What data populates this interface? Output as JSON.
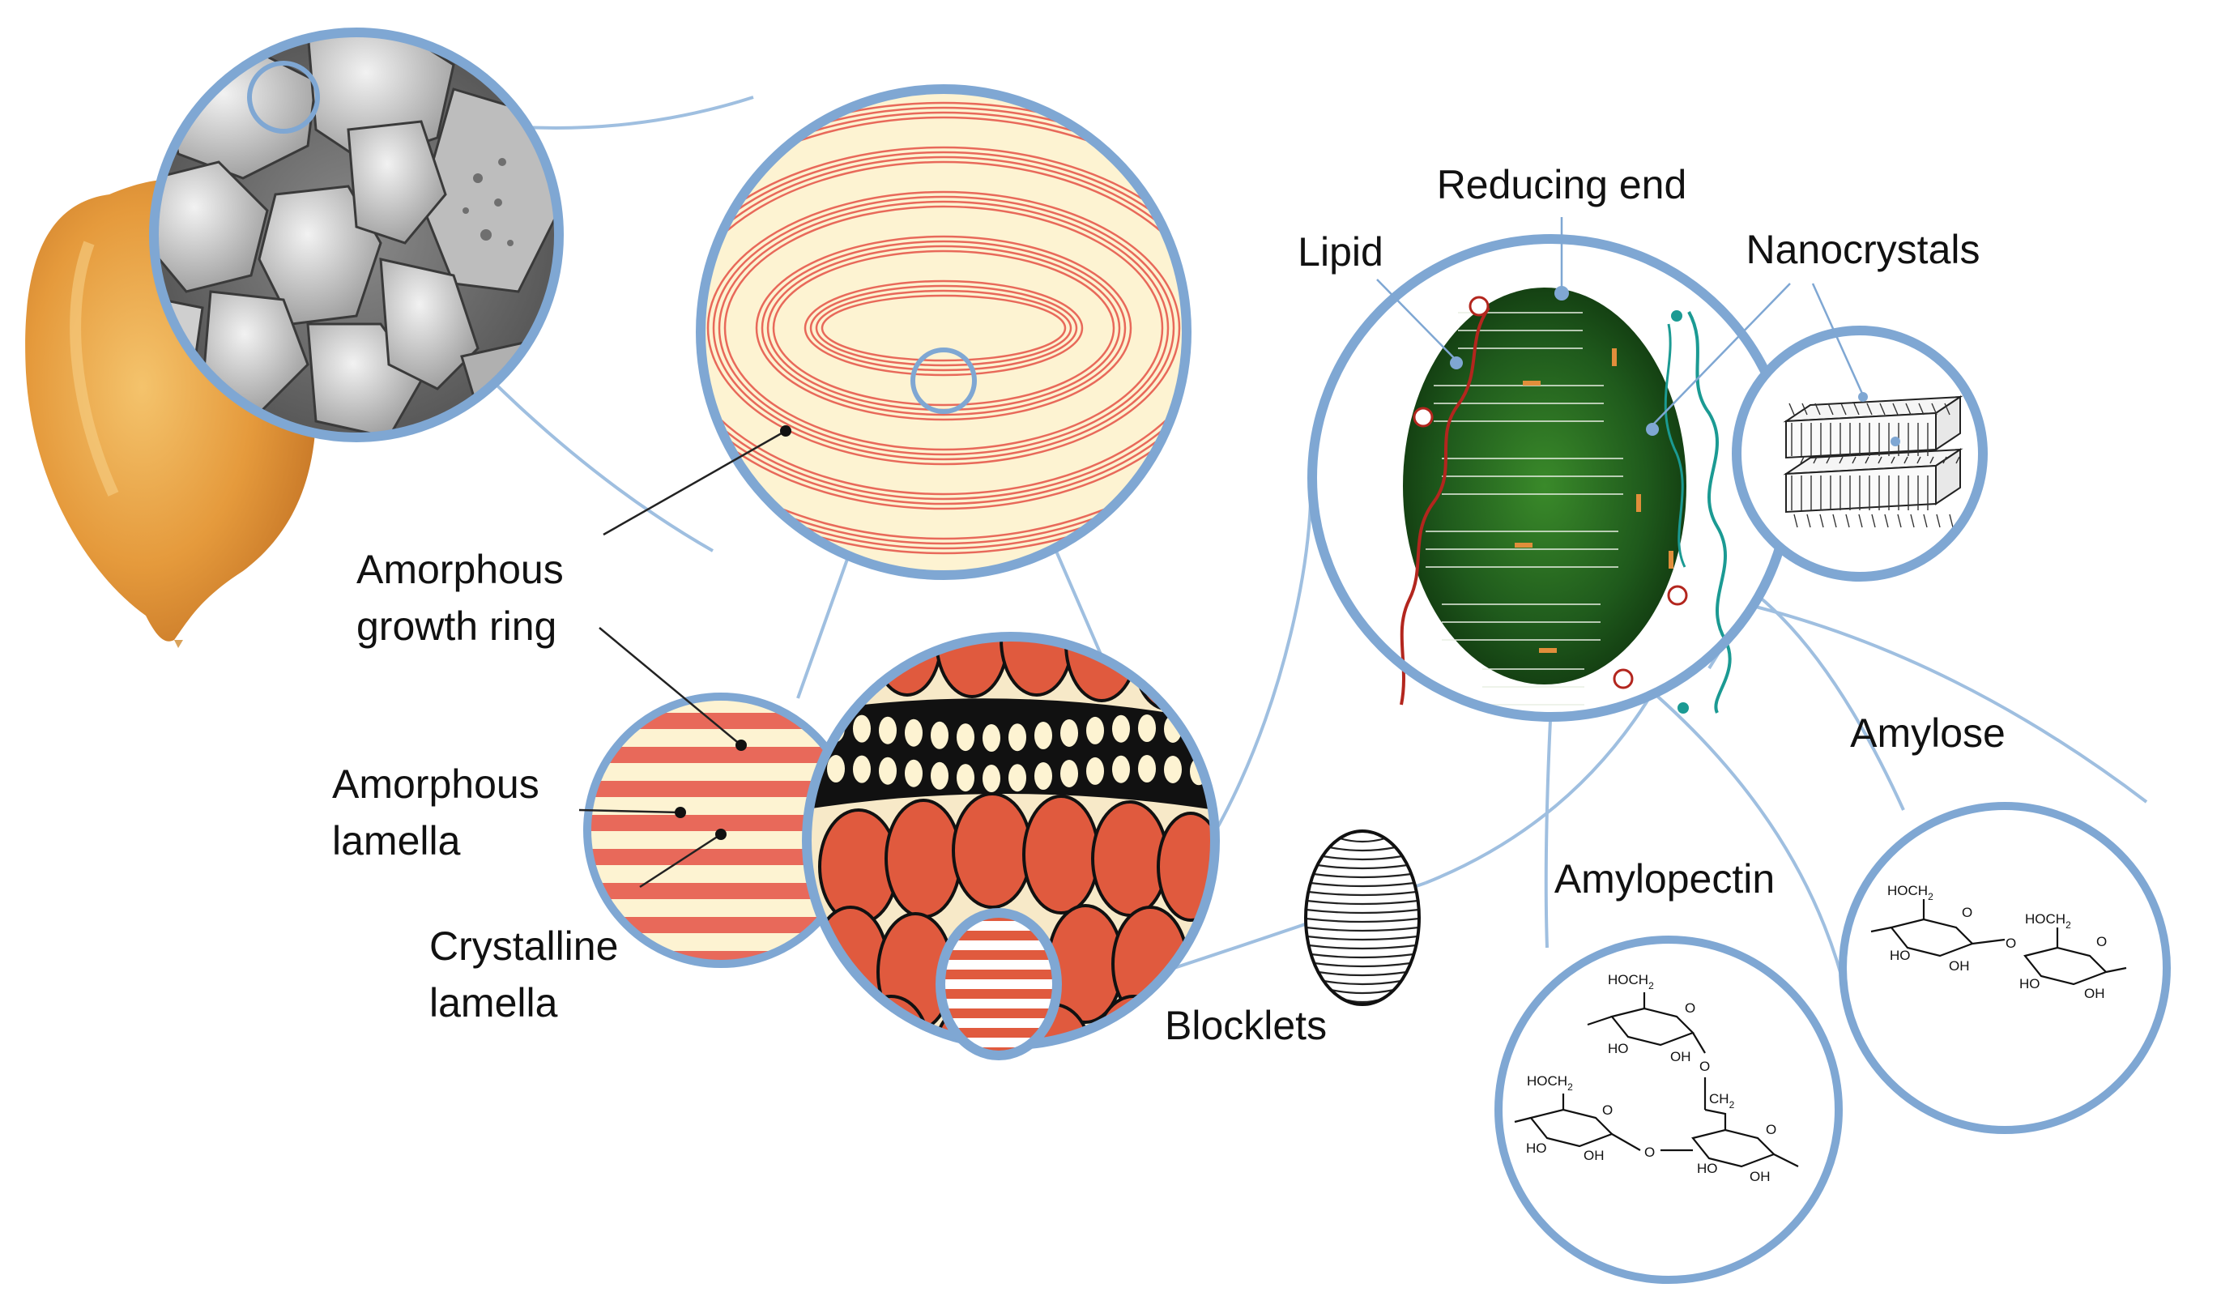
{
  "labels": {
    "reducing_end": "Reducing end",
    "lipid": "Lipid",
    "nanocrystals": "Nanocrystals",
    "amorphous_growth_ring_line1": "Amorphous",
    "amorphous_growth_ring_line2": "growth ring",
    "amorphous_lamella_line1": "Amorphous",
    "amorphous_lamella_line2": "lamella",
    "crystalline_lamella_line1": "Crystalline",
    "crystalline_lamella_line2": "lamella",
    "blocklets": "Blocklets",
    "amylose": "Amylose",
    "amylopectin": "Amylopectin"
  },
  "chem": {
    "hoch2": "HOCH",
    "sub2": "2",
    "ch2": "CH",
    "ho": "HO",
    "oh": "OH",
    "o": "O"
  },
  "colors": {
    "ring_blue": "#7fa7d3",
    "growth_red": "#e8695a",
    "cream": "#fdf3d2",
    "block_red": "#e05a3e",
    "granule_green": "#1f5a1c",
    "kernel_orange": "#e39a3a"
  }
}
